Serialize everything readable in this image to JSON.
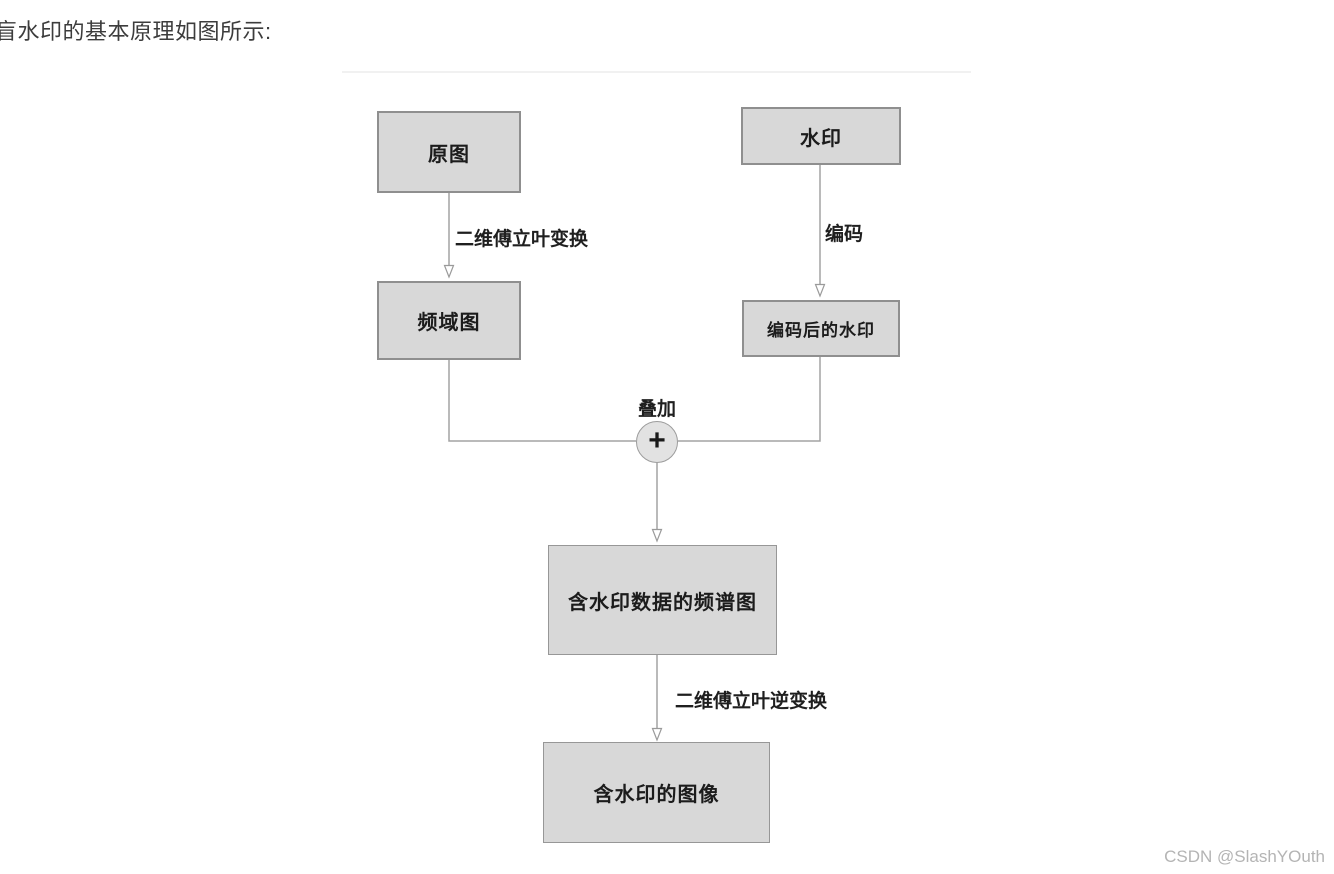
{
  "page": {
    "heading": "盲水印的基本原理如图所示:",
    "watermark": "CSDN @SlashYOuth"
  },
  "diagram": {
    "type": "flowchart",
    "nodes": [
      {
        "id": "original",
        "label": "原图"
      },
      {
        "id": "watermark",
        "label": "水印"
      },
      {
        "id": "freq",
        "label": "频域图"
      },
      {
        "id": "encoded",
        "label": "编码后的水印"
      },
      {
        "id": "spectrum",
        "label": "含水印数据的频谱图"
      },
      {
        "id": "result",
        "label": "含水印的图像"
      }
    ],
    "edges": [
      {
        "from": "original",
        "to": "freq",
        "label": "二维傅立叶变换"
      },
      {
        "from": "watermark",
        "to": "encoded",
        "label": "编码"
      },
      {
        "from": "freq",
        "to": "plus-junction",
        "label": ""
      },
      {
        "from": "encoded",
        "to": "plus-junction",
        "label": ""
      },
      {
        "from": "plus-junction",
        "to": "spectrum",
        "label": ""
      },
      {
        "from": "spectrum",
        "to": "result",
        "label": "二维傅立叶逆变换"
      }
    ],
    "junction": {
      "symbol": "+",
      "caption": "叠加"
    },
    "colors": {
      "node_fill": "#d8d8d8",
      "node_border": "#8f8f8f",
      "edge_line": "#a3a3a3",
      "text": "#1c1c1c",
      "heading_text": "#3c3c3c",
      "watermark_text": "#b4b4b4",
      "divider": "#f1f1f1",
      "junction_fill": "#e2e2e2"
    }
  }
}
